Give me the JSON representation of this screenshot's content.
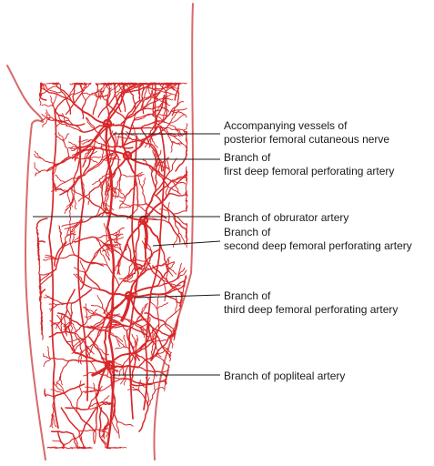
{
  "colors": {
    "vessel": "#d8282a",
    "outline": "#d86a6a",
    "leader": "#1a1a1a",
    "text": "#1a1a1a"
  },
  "labels": [
    {
      "id": "posterior-femoral-cutaneous",
      "lines": [
        "Accompanying vessels of",
        "posterior femoral cutaneous nerve"
      ]
    },
    {
      "id": "first-perforating",
      "lines": [
        "Branch of",
        "first deep femoral perforating artery"
      ]
    },
    {
      "id": "obturator",
      "lines": [
        "Branch of obrurator artery"
      ]
    },
    {
      "id": "second-perforating",
      "lines": [
        "Branch of",
        "second deep femoral perforating artery"
      ]
    },
    {
      "id": "third-perforating",
      "lines": [
        "Branch of",
        "third deep femoral  perforating artery"
      ]
    },
    {
      "id": "popliteal",
      "lines": [
        "Branch of popliteal artery"
      ]
    }
  ]
}
